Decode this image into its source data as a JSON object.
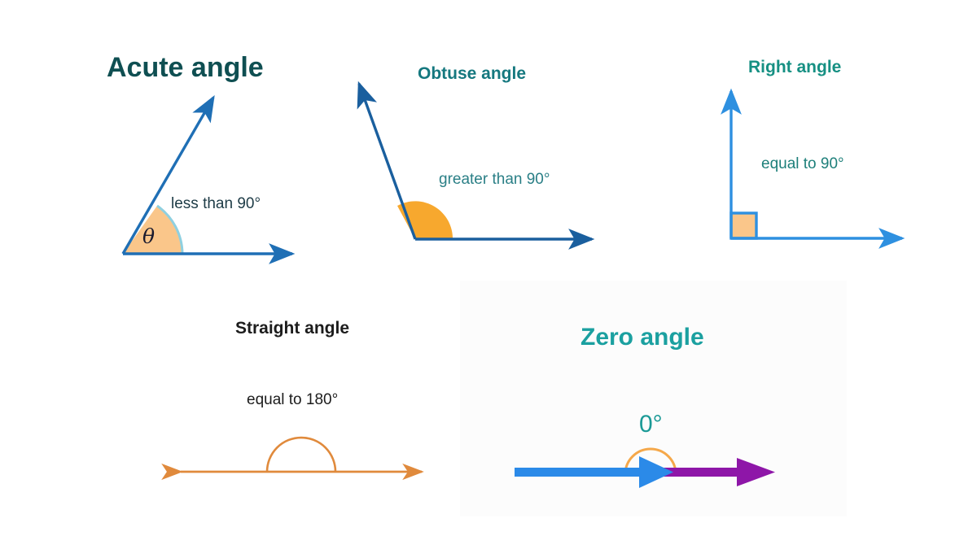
{
  "figure": {
    "background": "#ffffff",
    "zero_panel_tint": "#fcfcfc"
  },
  "palette": {
    "line_blue": "#1f6fb5",
    "line_blue_dark": "#1a5f9e",
    "line_blue_bright": "#2e90e0",
    "orange_fill_solid": "#f7a82e",
    "peach_fill": "#fac68a",
    "arc_light_blue": "#8fd0e0",
    "orange_line": "#e08a3c",
    "arrow_blue": "#2b8ae8",
    "arrow_purple": "#8e16a8",
    "title_teal_dark": "#0f4f52",
    "title_teal": "#15787f",
    "title_teal_bright": "#1ba0a0",
    "title_black": "#1c1c1c"
  },
  "panels": [
    {
      "id": "acute",
      "title": "Acute angle",
      "note": "less than 90°",
      "angle_symbol": "θ",
      "description": "acute-angle-diagram"
    },
    {
      "id": "obtuse",
      "title": "Obtuse angle",
      "note": "greater than 90°",
      "description": "obtuse-angle-diagram"
    },
    {
      "id": "right",
      "title": "Right angle",
      "note": "equal to 90°",
      "description": "right-angle-diagram"
    },
    {
      "id": "straight",
      "title": "Straight angle",
      "note": "equal to 180°",
      "description": "straight-angle-diagram"
    },
    {
      "id": "zero",
      "title": "Zero angle",
      "note": "0°",
      "description": "zero-angle-diagram"
    }
  ]
}
